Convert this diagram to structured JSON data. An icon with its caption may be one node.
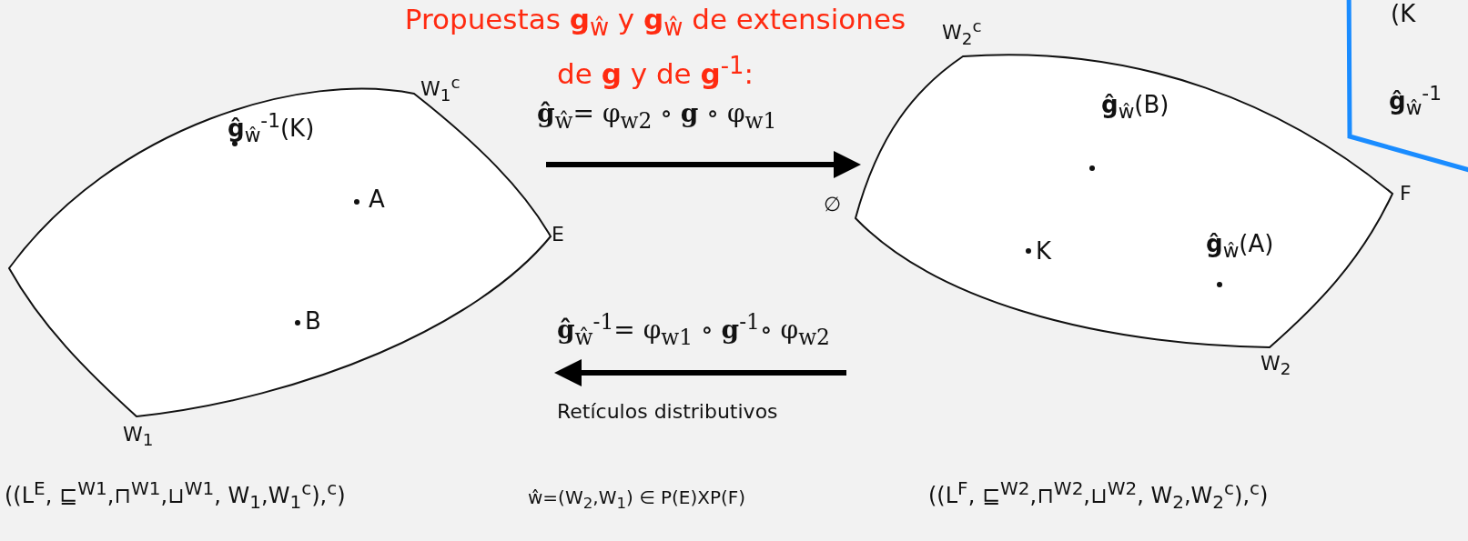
{
  "diagram": {
    "title": "Propuestas **g**$_{ŵ}$ y **g**$_{ŵ}$ de extensiones de **g** y de **g**$^{-1}$:",
    "nodes": [
      {
        "text": [
          "**ĝ**$_{ŵ}$$^{-1}$(K)",
          "A",
          "B"
        ],
        "beside": [
          "W$_{1}$$^{c}$",
          "E",
          "W$_{1}$"
        ]
      },
      {
        "text": [
          "**ĝ**$_{ŵ}$(B)",
          "K",
          "**ĝ**$_{ŵ}$(A)"
        ],
        "beside": [
          "W$_{2}$$^{c}$",
          "∅",
          "F",
          "W$_{2}$"
        ]
      },
      {
        "text": [
          "(K",
          "**ĝ**$_{ŵ}$$^{-1}$"
        ]
      }
    ],
    "edges": [
      {
        "from": 0,
        "to": 1,
        "arrow": "to",
        "label": "**ĝ**$_{ŵ}$= φ$_{w2}$ ∘ **g** ∘ φ$_{w1}$"
      },
      {
        "from": 1,
        "to": 0,
        "arrow": "to",
        "label": "**ĝ**$_{ŵ}$$^{-1}$= φ$_{w1}$ ∘ **g**$^{-1}$∘ φ$_{w2}$"
      }
    ],
    "labels": [
      "Retículos distributivos",
      "((L$^{E}$, ⊑$^{W1}$,⊓$^{W1}$,⊔$^{W1}$, W$_{1}$,W$_{1}$$^{c}$),$^{c}$)",
      "ŵ=(W$_{2}$,W$_{1}$) ∈ P(E)XP(F)",
      "((L$^{F}$, ⊑$^{W2}$,⊓$^{W2}$,⊔$^{W2}$, W$_{2}$,W$_{2}$$^{c}$),$^{c}$)"
    ]
  }
}
